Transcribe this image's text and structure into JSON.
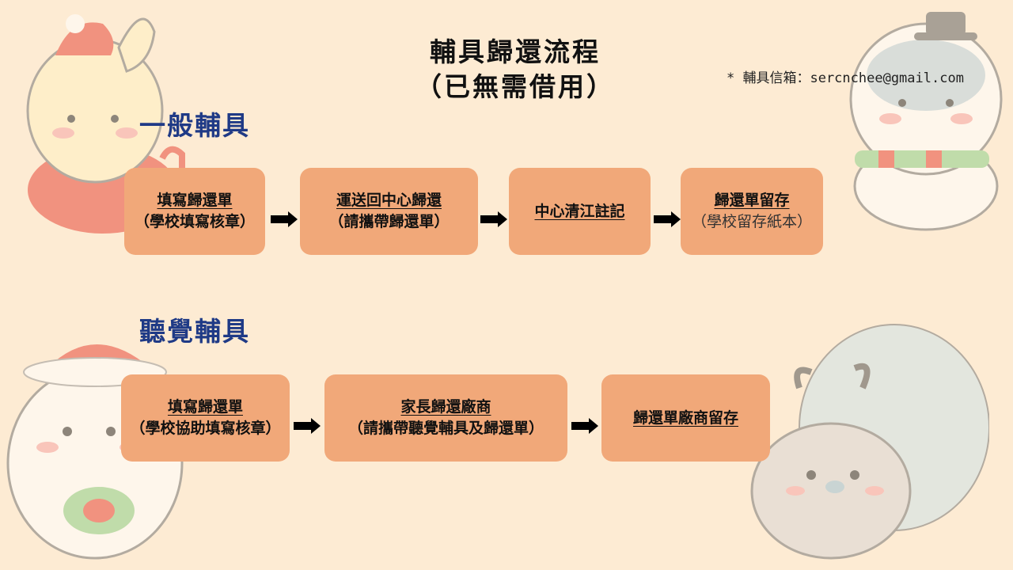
{
  "title": {
    "line1": "輔具歸還流程",
    "line2": "（已無需借用）"
  },
  "email": "* 輔具信箱：sercnchee@gmail.com",
  "general": {
    "heading": "一般輔具",
    "steps": [
      {
        "line1": "填寫歸還單",
        "line2": "（學校填寫核章）"
      },
      {
        "line1": "運送回中心歸還",
        "line2": "（請攜帶歸還單）"
      },
      {
        "line1": "中心清江註記",
        "line2": ""
      },
      {
        "line1": "歸還單留存",
        "line2": "（學校留存紙本）"
      }
    ]
  },
  "hearing": {
    "heading": "聽覺輔具",
    "steps": [
      {
        "line1": "填寫歸還單",
        "line2": "（學校協助填寫核章）"
      },
      {
        "line1": "家長歸還廠商",
        "line2": "（請攜帶聽覺輔具及歸還單）"
      },
      {
        "line1": "歸還單廠商留存",
        "line2": ""
      }
    ]
  },
  "colors": {
    "background": "#fdebd3",
    "box": "#f1a879",
    "heading": "#1f3a86"
  }
}
